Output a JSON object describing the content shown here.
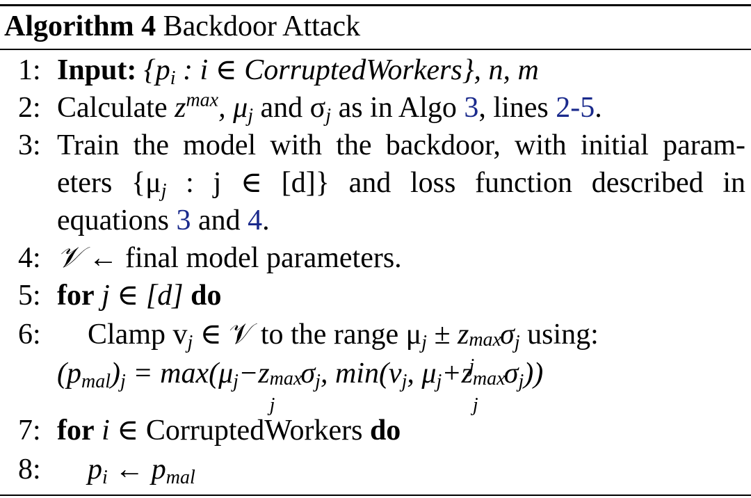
{
  "algorithm": {
    "label": "Algorithm 4",
    "name": "Backdoor Attack"
  },
  "lines": [
    {
      "num": "1:",
      "input_kw": "Input:",
      "input_set": "{p",
      "input_sub": "i",
      "input_rest": " : i ∈ CorruptedWorkers}, n, m"
    },
    {
      "num": "2:",
      "pre": "Calculate ",
      "z": "z",
      "zsup": "max",
      "mid1": ", μ",
      "mu_sub": "j",
      "and": " and σ",
      "sig_sub": "j",
      "post": " as in Algo ",
      "ref1": "3",
      "post2": ", lines ",
      "ref2": "2-5",
      "end": "."
    },
    {
      "num": "3:",
      "l1": "Train the model with the backdoor, with initial param-",
      "l2a": "eters {μ",
      "l2sub": "j",
      "l2b": " : j ∈ [d]} and loss function described in",
      "l3a": "equations ",
      "ref3": "3",
      "l3b": " and ",
      "ref4": "4",
      "l3c": "."
    },
    {
      "num": "4:",
      "v": "𝒱",
      "arrow": " ← final model parameters."
    },
    {
      "num": "5:",
      "kw_for": "for",
      "cond": " j ∈ [d] ",
      "kw_do": "do"
    },
    {
      "num": "6:",
      "clamp": "Clamp v",
      "vsub": "j",
      "rest1": " ∈ 𝒱 to the range μ",
      "musub": "j",
      "pm": " ± z",
      "zsup": "max",
      "zsub": "j",
      "sig": "σ",
      "sigsub": "j",
      "using": " using:",
      "f1": "(p",
      "fsub": "mal",
      "f2": ")",
      "fj": "j",
      "f3": " = max(μ",
      "f4": "−z",
      "f5": "σ",
      "f6": ", min(v",
      "f7": ", μ",
      "f8": "+z",
      "f9": "σ",
      "f10": "))"
    },
    {
      "num": "7:",
      "kw_for": "for",
      "cond": " i ∈ ",
      "workers": "CorruptedWorkers",
      "kw_do": " do"
    },
    {
      "num": "8:",
      "p": "p",
      "psub": "i",
      "arrow": " ← p",
      "malsub": "mal"
    }
  ]
}
